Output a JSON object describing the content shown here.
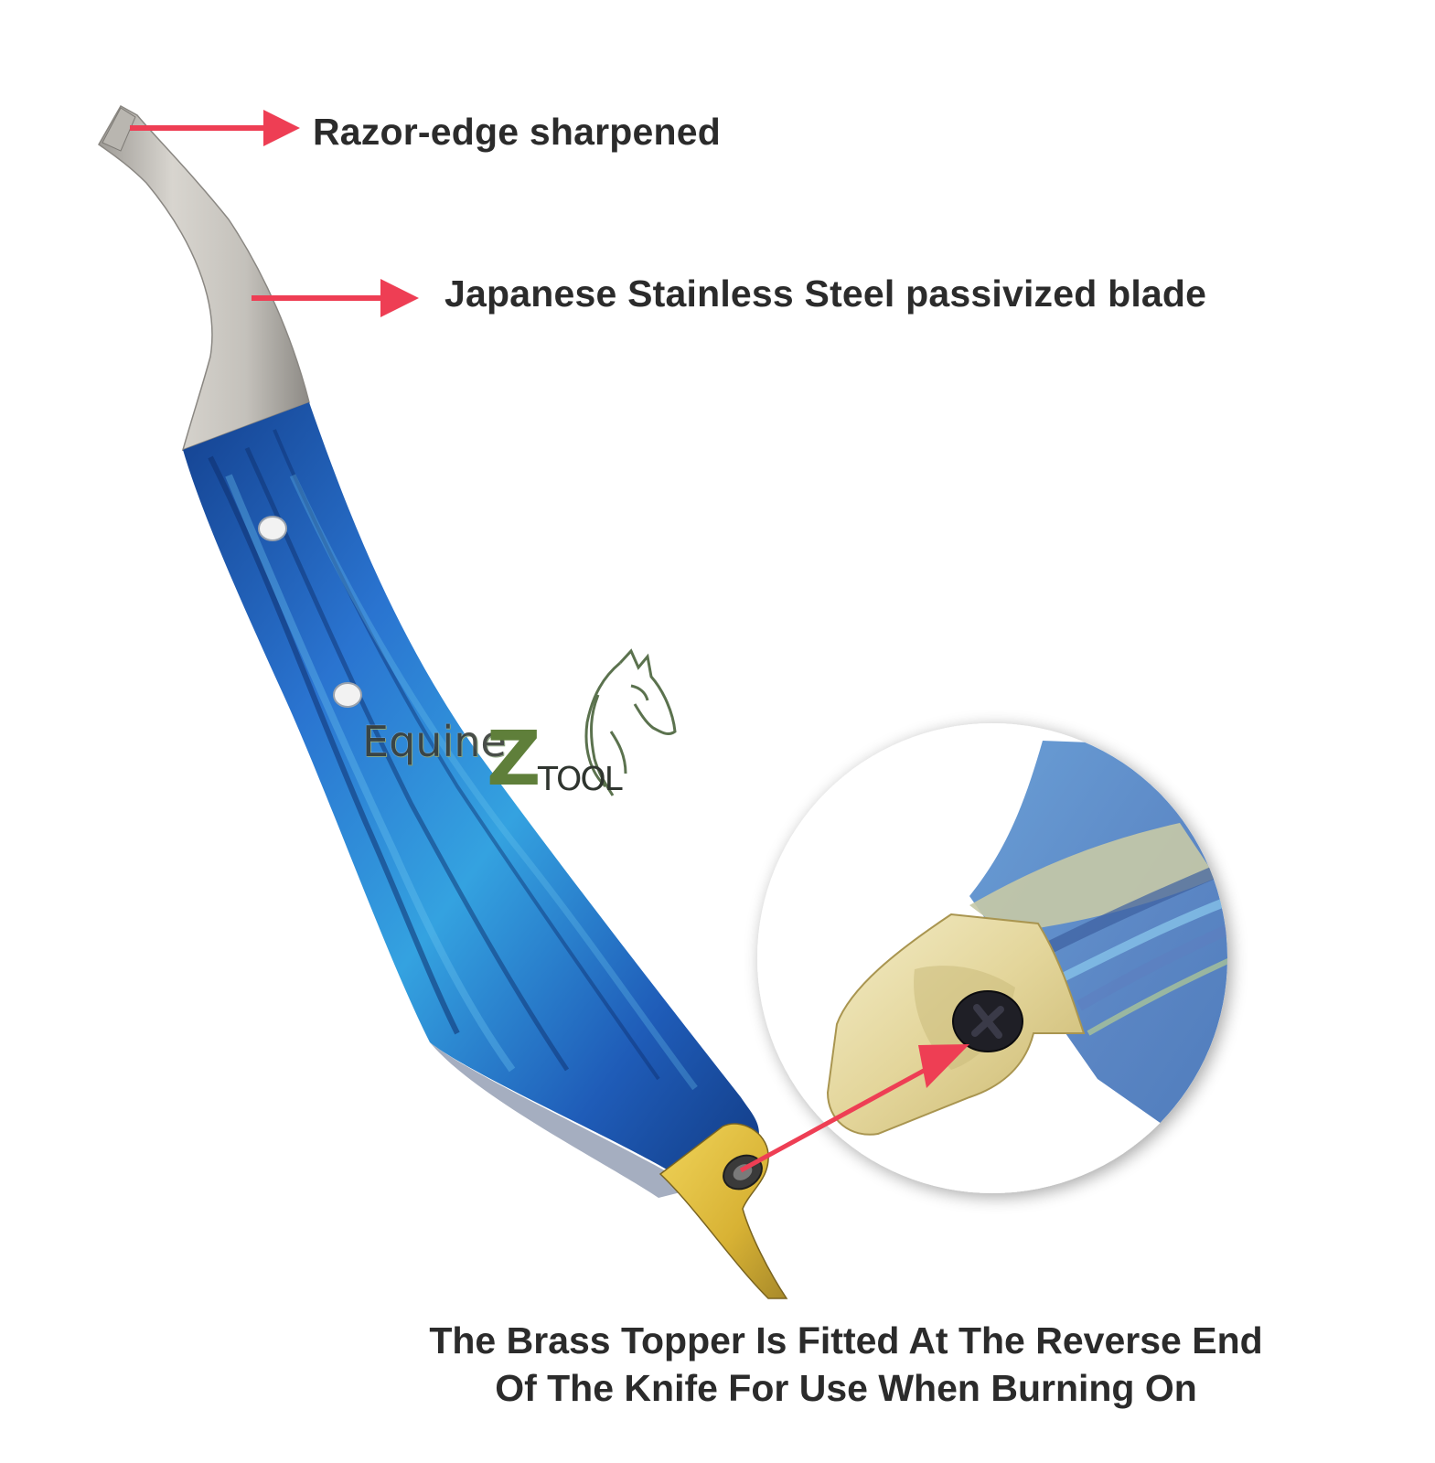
{
  "annotations": {
    "tip": {
      "label": "Razor-edge sharpened",
      "arrow_color": "#ee3e54"
    },
    "blade": {
      "label": "Japanese Stainless Steel passivized blade",
      "arrow_color": "#ee3e54"
    },
    "topper": {
      "line1": "The Brass Topper Is Fitted At The Reverse End",
      "line2": "Of The Knife For Use When Burning On",
      "arrow_color": "#ee3e54"
    }
  },
  "watermark": {
    "brand_prefix": "Equine",
    "brand_z": "Z",
    "brand_suffix": "TOOL",
    "icon": "horse-head-icon"
  },
  "colors": {
    "background": "#ffffff",
    "text": "#2b2b2b",
    "handle_blue": "#1f5fc4",
    "handle_light_blue": "#3aa0e0",
    "blade_steel": "#c9c6c0",
    "brass": "#e4c24a",
    "inset_brass": "#e8dcaa"
  }
}
